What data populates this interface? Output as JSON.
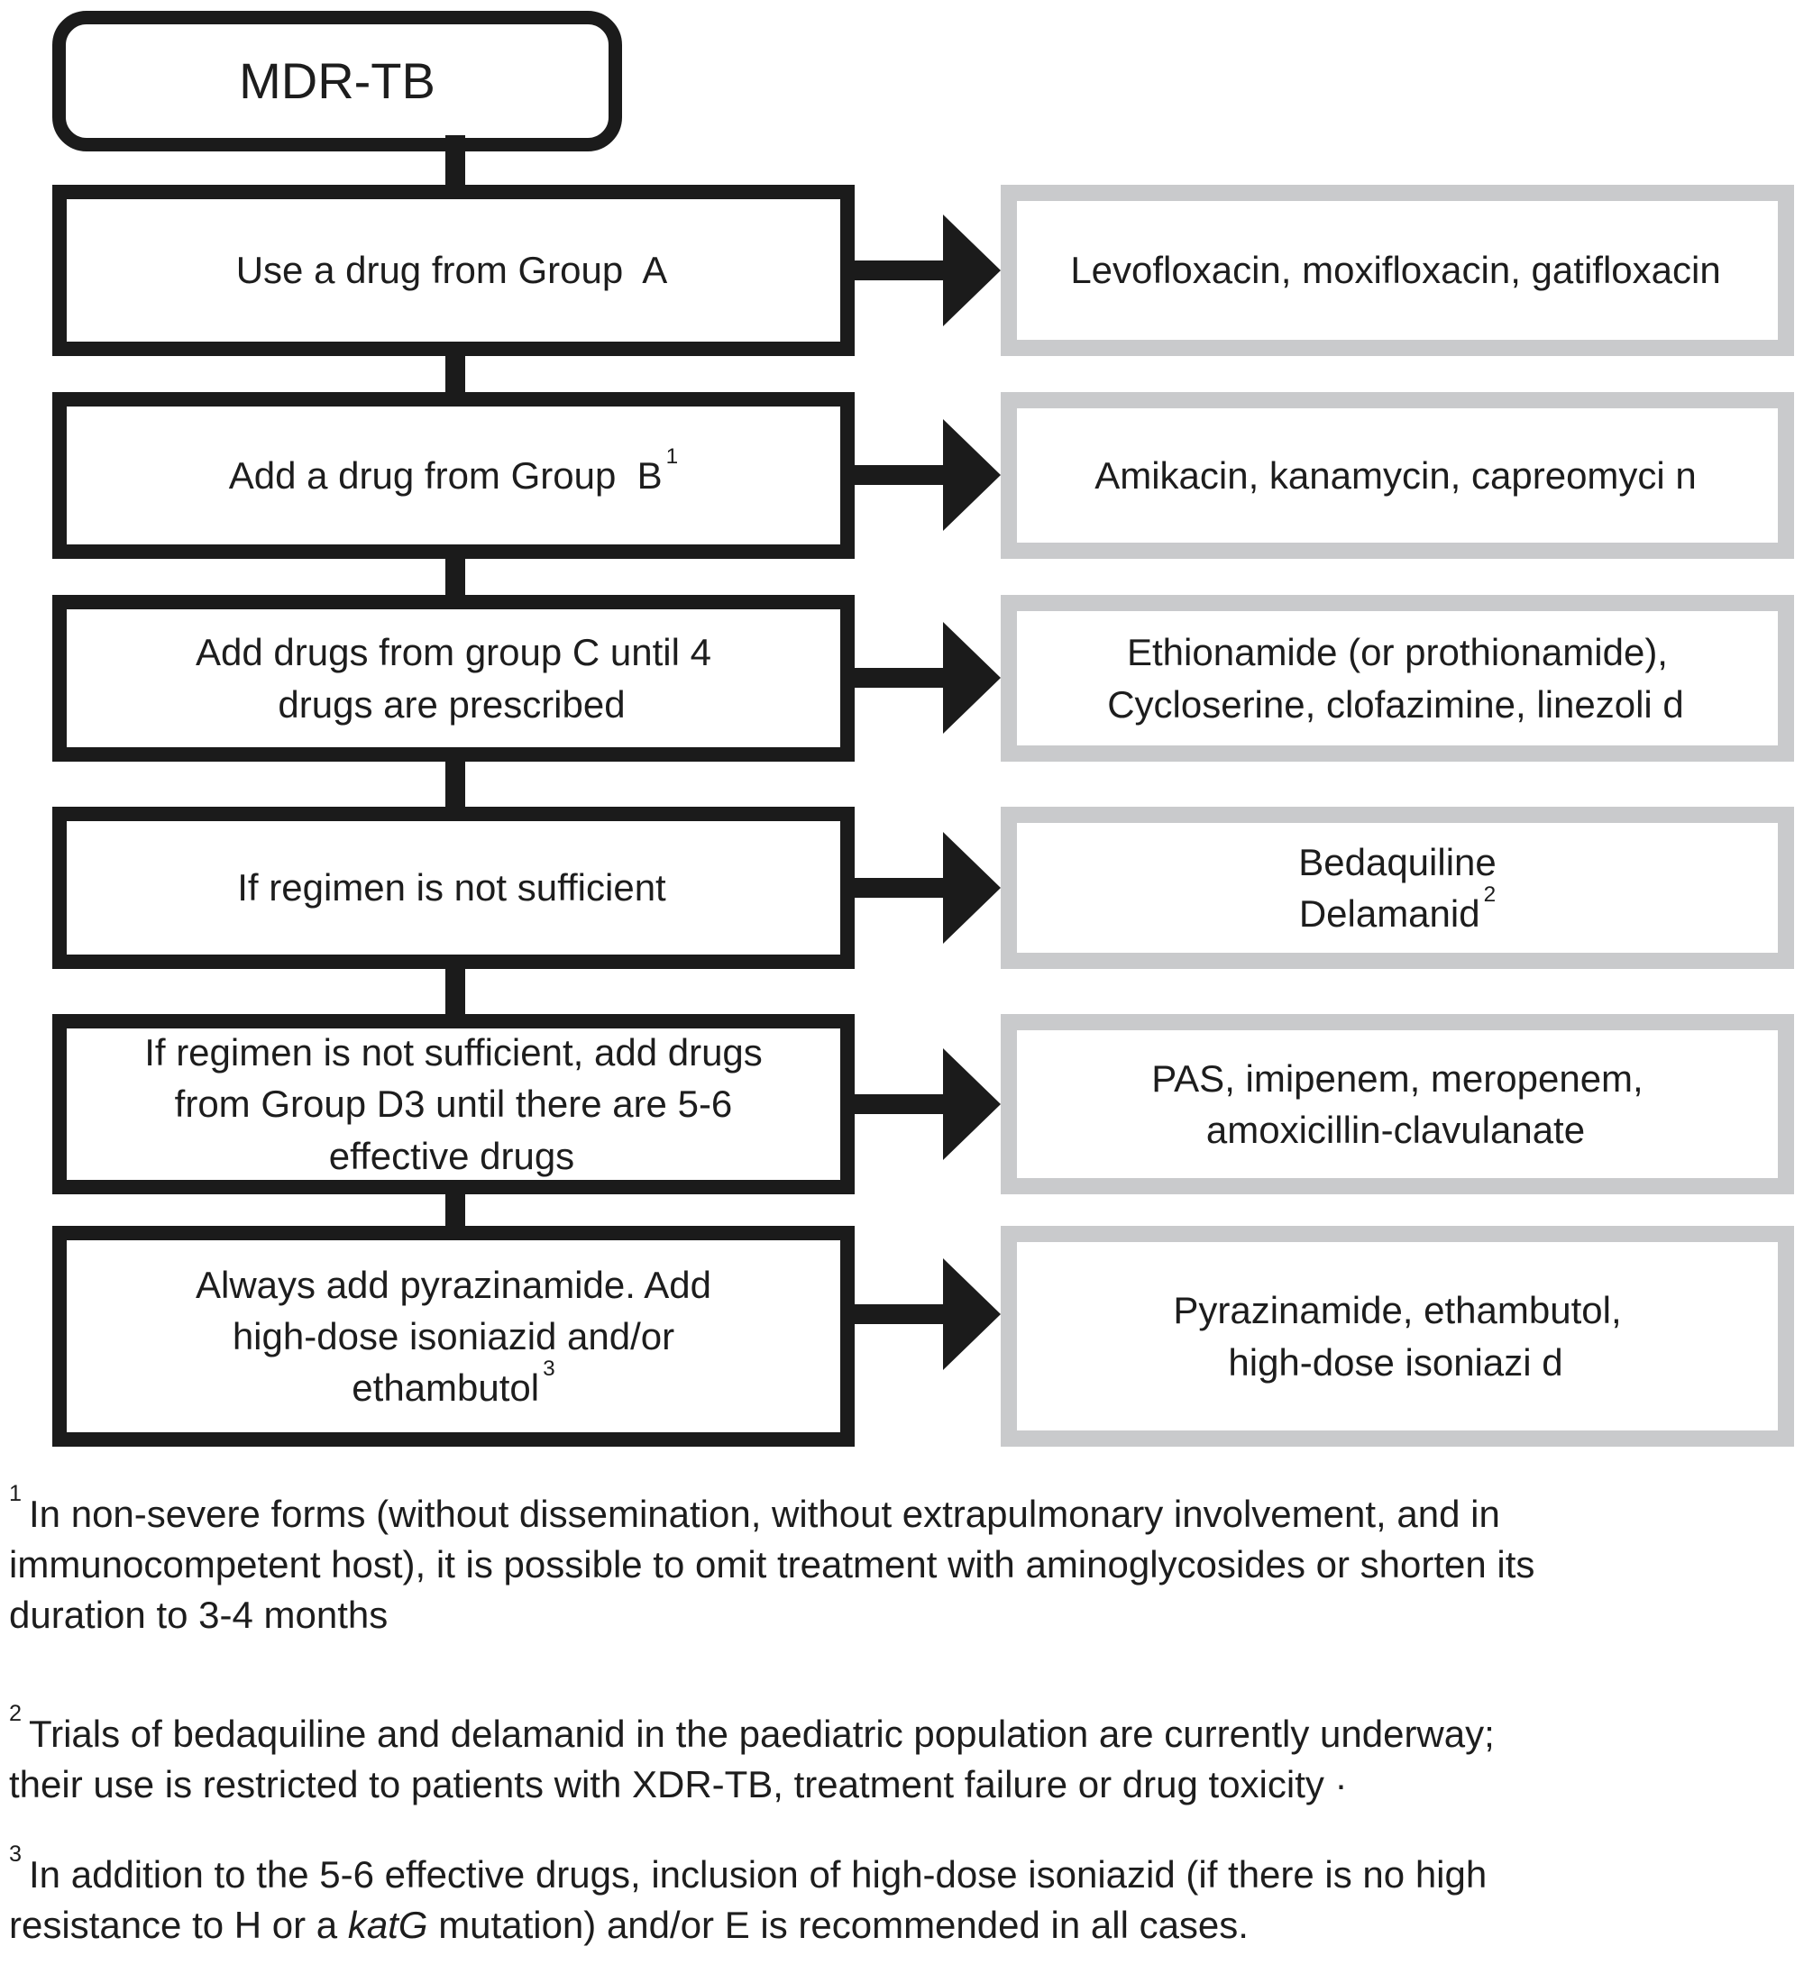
{
  "title": {
    "label": "MDR-TB"
  },
  "rows": [
    {
      "step": "Use a drug from Group  A",
      "step_sup": "",
      "drugs": "Levofloxacin, moxifloxacin, gatifloxacin",
      "drugs_sup": ""
    },
    {
      "step": "Add a drug from Group  B",
      "step_sup": "1",
      "drugs": "Amikacin, kanamycin, capreomyci n",
      "drugs_sup": ""
    },
    {
      "step": "Add drugs from group C until 4\ndrugs are prescribed",
      "step_sup": "",
      "drugs": "Ethionamide (or prothionamide),\nCycloserine, clofazimine, linezoli d",
      "drugs_sup": ""
    },
    {
      "step": "If regimen is not sufficient",
      "step_sup": "",
      "drugs": "Bedaquiline\nDelamanid",
      "drugs_sup": "2"
    },
    {
      "step": "If regimen is not sufficient, add drugs\nfrom Group D3 until there are 5-6\neffective drugs",
      "step_sup": "",
      "drugs": "PAS, imipenem, meropenem,\namoxicillin-clavulanate",
      "drugs_sup": ""
    },
    {
      "step": "Always add pyrazinamide. Add\nhigh-dose isoniazid and/or\nethambutol",
      "step_sup": "3",
      "drugs": "Pyrazinamide, ethambutol,\nhigh-dose isoniazi d",
      "drugs_sup": ""
    }
  ],
  "footnotes": [
    {
      "marker": "1",
      "text": "In non-severe forms (without dissemination, without extrapulmonary involvement, and in\nimmunocompetent host), it is possible to omit treatment with aminoglycosides or shorten its\nduration to 3-4 months"
    },
    {
      "marker": "2",
      "text": "Trials of bedaquiline and delamanid in the paediatric population are currently underway;\ntheir use is restricted to patients with XDR-TB, treatment failure or drug toxicity ·"
    },
    {
      "marker": "3",
      "text_before": "In addition to the 5-6 effective drugs, inclusion of high-dose isoniazid (if there is no high\nresistance to H or a ",
      "italic": "katG",
      "text_after": " mutation) and/or E is recommended in all cases."
    }
  ],
  "colors": {
    "flow_border": "#1b1b1b",
    "drug_box_border": "#c9cacc",
    "text": "#1d1d1d",
    "background": "#ffffff"
  }
}
